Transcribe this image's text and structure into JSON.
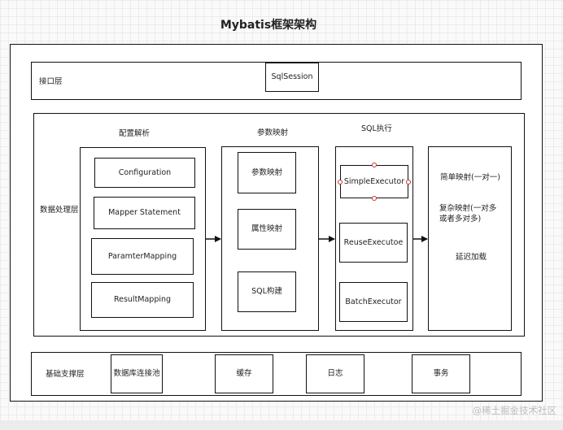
{
  "title": "Mybatis框架架构",
  "interface_layer": {
    "label": "接口层",
    "sqlsession": "SqlSession"
  },
  "data_layer": {
    "label": "数据处理层",
    "config": {
      "header": "配置解析",
      "items": [
        "Configuration",
        "Mapper Statement",
        "ParamterMapping",
        "ResultMapping"
      ]
    },
    "param": {
      "header": "参数映射",
      "items": [
        "参数映射",
        "属性映射",
        "SQL构建"
      ]
    },
    "sql": {
      "header": "SQL执行",
      "items": [
        "SimpleExecutor",
        "ReuseExecutoe",
        "BatchExecutor"
      ]
    },
    "result": {
      "items": [
        "简单映射(一对一)",
        "复杂映射(一对多或者多对多)",
        "延迟加载"
      ]
    }
  },
  "support_layer": {
    "label": "基础支撑层",
    "items": [
      "数据库连接池",
      "缓存",
      "日志",
      "事务"
    ]
  },
  "watermark": "@稀土掘金技术社区"
}
